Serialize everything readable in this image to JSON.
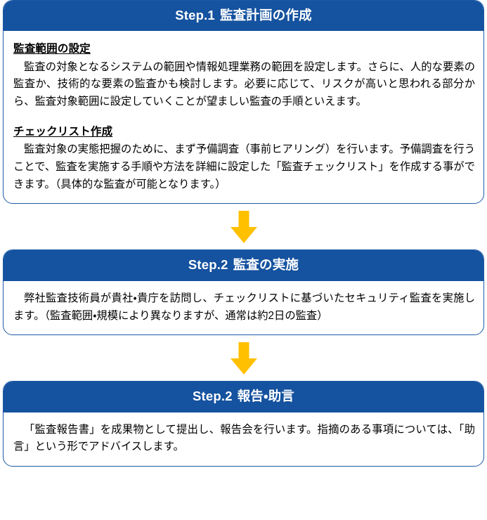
{
  "colors": {
    "header_blue": "#15529F",
    "card_border_blue": "#1D5AA6",
    "arrow_gold": "#FFC000",
    "body_text": "#000000",
    "header_text": "#FFFFFF",
    "page_background": "#FFFFFF"
  },
  "steps": [
    {
      "label": "Step.1",
      "title": "監査計画の作成",
      "sections": [
        {
          "heading": "監査範囲の設定",
          "text": "監査の対象となるシステムの範囲や情報処理業務の範囲を設定します。さらに、人的な要素の監査か、技術的な要素の監査かも検討します。必要に応じて、リスクが高いと思われる部分から、監査対象範囲に設定していくことが望ましい監査の手順といえます。"
        },
        {
          "heading": "チェックリスト作成",
          "text": "監査対象の実態把握のために、まず予備調査（事前ヒアリング）を行います。予備調査を行うことで、監査を実施する手順や方法を詳細に設定した「監査チェックリスト」を作成する事ができます。（具体的な監査が可能となります。）"
        }
      ]
    },
    {
      "label": "Step.2",
      "title": "監査の実施",
      "sections": [
        {
          "heading": "",
          "text": "弊社監査技術員が貴社・貴庁を訪問し、チェックリストに基づいたセキュリティ監査を実施します。（監査範囲・規模により異なりますが、通常は約2日の監査）"
        }
      ]
    },
    {
      "label": "Step.2",
      "title": "報告・助言",
      "sections": [
        {
          "heading": "",
          "text": "「監査報告書」を成果物として提出し、報告会を行います。指摘のある事項については、「助言」という形でアドバイスします。"
        }
      ]
    }
  ],
  "connectors": [
    {
      "icon": "arrow-down-icon",
      "direction": "down"
    },
    {
      "icon": "arrow-down-icon",
      "direction": "down"
    }
  ]
}
